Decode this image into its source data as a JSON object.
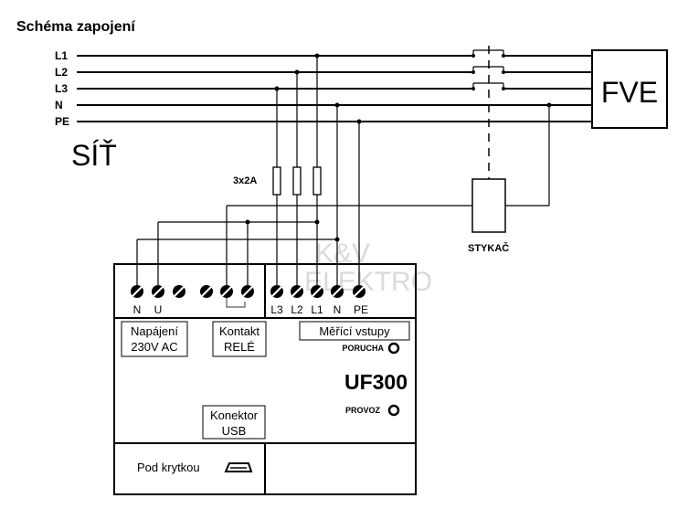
{
  "title": "Schéma zapojení",
  "network": {
    "label": "SÍŤ",
    "lines": [
      "L1",
      "L2",
      "L3",
      "N",
      "PE"
    ]
  },
  "pv_label": "FVE",
  "fuses_label": "3x2A",
  "contactor_label": "STYKAČ",
  "device": {
    "model": "UF300",
    "left_terminals": [
      "N",
      "U"
    ],
    "right_terminals": [
      "L3",
      "L2",
      "L1",
      "N",
      "PE"
    ],
    "power_label_1": "Napájení",
    "power_label_2": "230V AC",
    "relay_label_1": "Kontakt",
    "relay_label_2": "RELÉ",
    "inputs_label": "Měřící vstupy",
    "fault_led": "PORUCHA",
    "run_led": "PROVOZ",
    "usb_label_1": "Konektor",
    "usb_label_2": "USB",
    "cover_label": "Pod krytkou"
  },
  "watermark": [
    "K&V",
    "ELEKTRO"
  ]
}
